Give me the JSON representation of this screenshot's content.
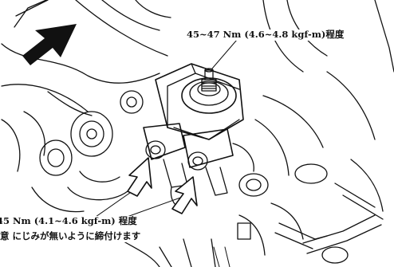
{
  "labels": {
    "torque_upper": "45~47 Nm (4.6~4.8 kgf-m)程度",
    "torque_lower": "45 Nm (4.1~4.6 kgf-m) 程度",
    "note_lower": "意 にじみが無いように締付けます"
  },
  "icons": [
    "direction-arrow-icon",
    "pointer-arrow-icon"
  ],
  "colors": {
    "line": "#111111",
    "background": "#ffffff"
  }
}
